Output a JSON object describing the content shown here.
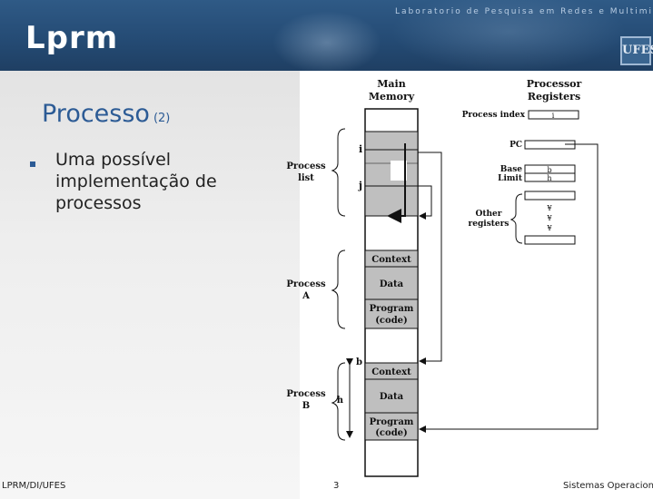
{
  "header": {
    "logo_text": "Lprm",
    "lab_title": "Laboratorio de Pesquisa em Redes e Multimidia",
    "ufes_logo_text": "UFES"
  },
  "slide": {
    "title": "Processo",
    "title_number": "(2)",
    "bullet": "Uma possível implementação de processos"
  },
  "diagram": {
    "main_memory_label_1": "Main",
    "main_memory_label_2": "Memory",
    "processor_label_1": "Processor",
    "processor_label_2": "Registers",
    "process_index_label": "Process index",
    "process_index_value": "i",
    "pc_label": "PC",
    "base_label": "Base",
    "limit_label": "Limit",
    "base_value": "b",
    "limit_value": "h",
    "other_label_1": "Other",
    "other_label_2": "registers",
    "process_list_label_1": "Process",
    "process_list_label_2": "list",
    "ptr_i": "i",
    "ptr_j": "j",
    "process_a_label_1": "Process",
    "process_a_label_2": "A",
    "process_b_label_1": "Process",
    "process_b_label_2": "B",
    "context_label": "Context",
    "data_label": "Data",
    "program_label_1": "Program",
    "program_label_2": "(code)",
    "b_marker": "b",
    "h_marker": "h"
  },
  "footer": {
    "left": "LPRM/DI/UFES",
    "page": "3",
    "right": "Sistemas Operacionais"
  }
}
